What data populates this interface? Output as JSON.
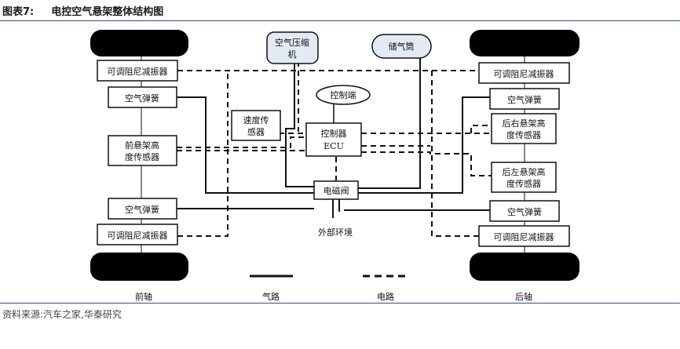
{
  "figure": {
    "number": "图表7:",
    "title": "电控空气悬架整体结构图",
    "source": "资料来源:汽车之家,华泰研究"
  },
  "diagram": {
    "left": {
      "damper_top": "可调阻尼减振器",
      "spring_top": "空气弹簧",
      "sensor_line1": "前悬架高",
      "sensor_line2": "度传感器",
      "spring_bottom": "空气弹簧",
      "damper_bottom": "可调阻尼减振器",
      "axle": "前轴"
    },
    "right": {
      "damper_top": "可调阻尼减振器",
      "spring_top": "空气弹簧",
      "sensor_rr_line1": "后右悬架高",
      "sensor_rr_line2": "度传感器",
      "sensor_rl_line1": "后左悬架高",
      "sensor_rl_line2": "度传感器",
      "spring_bottom": "空气弹簧",
      "damper_bottom": "可调阻尼减振器",
      "axle": "后轴"
    },
    "center": {
      "compressor_line1": "空气压缩",
      "compressor_line2": "机",
      "reservoir": "储气筒",
      "control_panel": "控制端",
      "speed_sensor_line1": "速度传",
      "speed_sensor_line2": "感器",
      "ecu_line1": "控制器",
      "ecu_line2": "ECU",
      "solenoid": "电磁阀",
      "exhaust": "外部环境"
    },
    "legend": {
      "air": "气路",
      "electric": "电路"
    }
  }
}
